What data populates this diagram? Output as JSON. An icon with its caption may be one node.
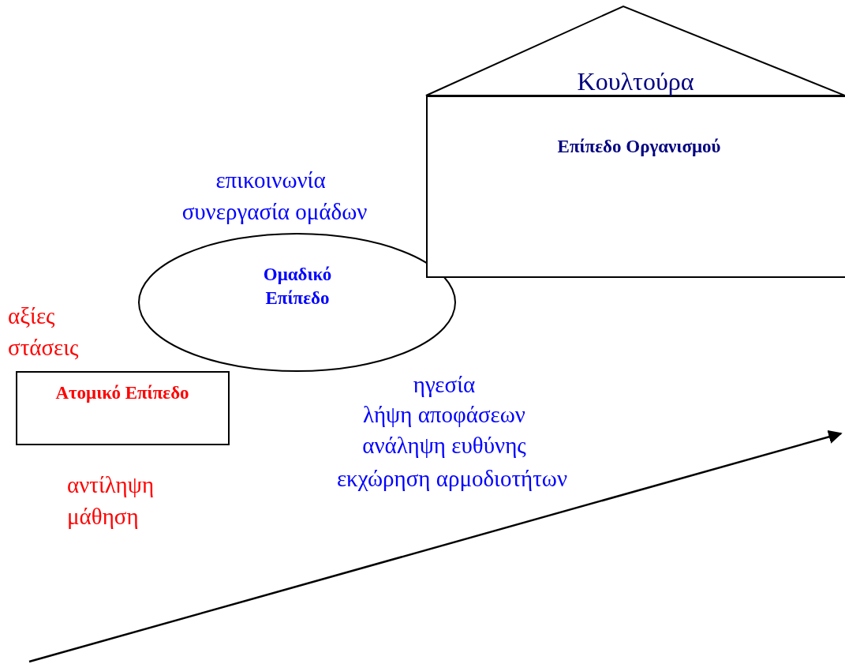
{
  "diagram": {
    "nodes": [
      {
        "text": [
          "Κουλτούρα"
        ]
      },
      {
        "text": [
          "Επίπεδο Οργανισμού"
        ]
      },
      {
        "text": [
          "Ομαδικό Επίπεδο"
        ]
      },
      {
        "text": [
          "Ατομικό Επίπεδο"
        ]
      }
    ],
    "labels": [
      "επικοινωνία",
      "συνεργασία ομάδων",
      "αξίες",
      "στάσεις",
      "ηγεσία",
      "λήψη αποφάσεων",
      "ανάληψη ευθύνης",
      "εκχώρηση αρμοδιοτήτων",
      "αντίληψη",
      "μάθηση"
    ]
  }
}
